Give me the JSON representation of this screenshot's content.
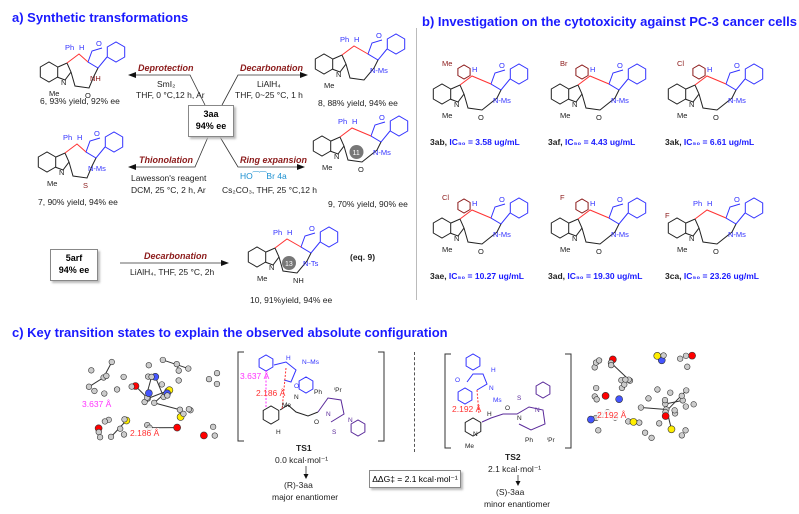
{
  "section_a": {
    "title": "a) Synthetic transformations",
    "center_box": {
      "name": "3aa",
      "ee": "94% ee"
    },
    "reactions": [
      {
        "label": "Deprotection",
        "reagent": "SmI₂",
        "conditions": "THF, 0 °C,12 h, Ar",
        "product": "6, 93% yield, 92% ee"
      },
      {
        "label": "Decarbonation",
        "reagent": "LiAlH₄",
        "conditions": "THF, 0~25 °C, 1 h",
        "product": "8, 88% yield, 94% ee"
      },
      {
        "label": "Thionolation",
        "reagent": "Lawesson's reagent",
        "conditions": "DCM, 25 °C, 2 h, Ar",
        "product": "7, 90% yield, 94% ee"
      },
      {
        "label": "Ring expansion",
        "reagent": "HO⁀⁀Br 4a",
        "conditions": "Cs₂CO₃, THF, 25 °C,12 h",
        "product": "9, 70% yield, 90% ee"
      }
    ],
    "second_box": {
      "name": "5arf",
      "ee": "94% ee"
    },
    "second_reaction": {
      "label": "Decarbonation",
      "conditions": "LiAlH₄, THF, 25 °C, 2h",
      "product": "10, 91%yield, 94% ee",
      "eq": "(eq. 9)"
    },
    "structures": [
      {
        "sub": "Ph",
        "h": "H",
        "n": "NH",
        "me": "Me",
        "x": "O",
        "ring": ""
      },
      {
        "sub": "Ph",
        "h": "H",
        "n": "N-Ms",
        "me": "Me",
        "x": "",
        "ring": ""
      },
      {
        "sub": "Ph",
        "h": "H",
        "n": "N-Ms",
        "me": "Me",
        "x": "S",
        "ring": ""
      },
      {
        "sub": "Ph",
        "h": "H",
        "n": "N-Ms",
        "me": "Me",
        "x": "O",
        "ring": "11"
      },
      {
        "sub": "Ph",
        "h": "H",
        "n": "N-Ts",
        "me": "Me",
        "x": "NH",
        "ring": "13"
      }
    ]
  },
  "section_b": {
    "title": "b) Investigation on the cytotoxicity  against PC-3 cancer cells",
    "compounds": [
      {
        "id": "3ab",
        "ic_label": "IC₅₀ = 3.58 ug/mL",
        "sub": "Me",
        "h": "H",
        "n": "N-Ms",
        "me": "Me",
        "x": "O"
      },
      {
        "id": "3af",
        "ic_label": "IC₅₀ = 4.43 ug/mL",
        "sub": "Br",
        "h": "H",
        "n": "N-Ms",
        "me": "Me",
        "x": "O"
      },
      {
        "id": "3ak",
        "ic_label": "IC₅₀ = 6.61 ug/mL",
        "sub": "Cl",
        "h": "H",
        "n": "N-Ms",
        "me": "Me",
        "x": "O"
      },
      {
        "id": "3ae",
        "ic_label": "IC₅₀ = 10.27 ug/mL",
        "sub": "Cl",
        "h": "H",
        "n": "N-Ms",
        "me": "Me",
        "x": "O"
      },
      {
        "id": "3ad",
        "ic_label": "IC₅₀ = 19.30 ug/mL",
        "sub": "F",
        "h": "H",
        "n": "N-Ms",
        "me": "Me",
        "x": "O"
      },
      {
        "id": "3ca",
        "ic_label": "IC₅₀ = 23.26 ug/mL",
        "sub": "Ph",
        "h": "H",
        "n": "N-Ms",
        "me": "Me",
        "x": "O",
        "f": "F"
      }
    ]
  },
  "section_c": {
    "title": "c) Key transition states to explain the observed absolute configuration",
    "ts1": {
      "name": "TS1",
      "energy": "0.0 kcal·mol⁻¹",
      "product": "(R)-3aa",
      "outcome": "major enantiomer",
      "d1": "3.637 Å",
      "d2": "2.186 Å",
      "labels": [
        "H",
        "N–Ms",
        "O",
        "Me",
        "N",
        "Ph",
        "ⁱPr",
        "H",
        "O",
        "N",
        "N",
        "S"
      ]
    },
    "ts2": {
      "name": "TS2",
      "energy": "2.1 kcal·mol⁻¹",
      "product": "(S)-3aa",
      "outcome": "minor enantiomer",
      "d1": "2.192 Å",
      "labels": [
        "H",
        "O",
        "N",
        "Ms",
        "S",
        "N",
        "H",
        "O",
        "N",
        "N",
        "Me",
        "Ph",
        "ⁱPr"
      ]
    },
    "ddg": "ΔΔG‡ = 2.1 kcal·mol⁻¹",
    "model_left": {
      "d1": "3.637 Å",
      "d2": "2.186 Å"
    },
    "model_right": {
      "d1": "2.192 Å"
    }
  },
  "colors": {
    "title": "#1a1aff",
    "reaction": "#8b1a1a",
    "benzofuran": "#3333ff",
    "aryl": "#8b1a1a",
    "bond_new": "#ff3333",
    "distance_pink": "#ff33ff",
    "distance_red": "#ff3333",
    "thiazole": "#5a2a9a"
  }
}
